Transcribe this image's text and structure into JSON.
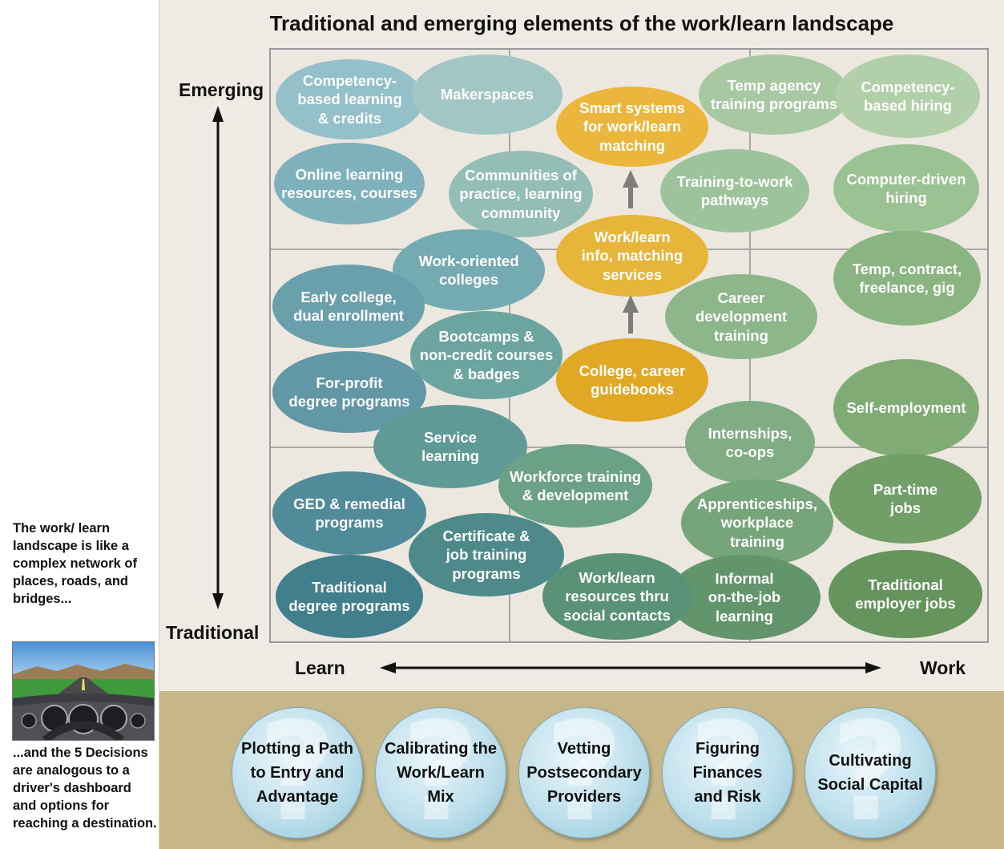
{
  "title": "Traditional and emerging elements of the work/learn landscape",
  "axes": {
    "y_top": "Emerging",
    "y_bottom": "Traditional",
    "x_left": "Learn",
    "x_right": "Work"
  },
  "sidebar": {
    "intro": "The work/ learn landscape is like a complex network of places, roads, and bridges...",
    "outro": "...and the 5 Decisions are analogous to a driver's dashboard and options for reaching a destination."
  },
  "colors": {
    "learn_blue": "#7fb3bf",
    "work_green": "#8fb58a",
    "info_gold": "#e8b63a",
    "panel": "#efebe4",
    "band": "#c7b688"
  },
  "bubbles": [
    {
      "label": "Competency-\nbased learning\n& credits",
      "color": "#93c0c9"
    },
    {
      "label": "Makerspaces",
      "color": "#a2c6c4"
    },
    {
      "label": "Smart systems\nfor work/learn\nmatching",
      "color": "#eab63b"
    },
    {
      "label": "Temp agency\ntraining programs",
      "color": "#a8c8a2"
    },
    {
      "label": "Competency-\nbased hiring",
      "color": "#b1cfa8"
    },
    {
      "label": "Online learning\nresources, courses",
      "color": "#7fb1bc"
    },
    {
      "label": "Communities of\npractice, learning\ncommunity",
      "color": "#94bdb6"
    },
    {
      "label": "Training-to-work\npathways",
      "color": "#9dc39a"
    },
    {
      "label": "Computer-driven\nhiring",
      "color": "#9bc293"
    },
    {
      "label": "Work/learn\ninfo, matching\nservices",
      "color": "#e6b53a"
    },
    {
      "label": "Work-oriented\ncolleges",
      "color": "#74aab1"
    },
    {
      "label": "Early college,\ndual enrollment",
      "color": "#6aa0ab"
    },
    {
      "label": "Temp, contract,\nfreelance, gig",
      "color": "#8ab583"
    },
    {
      "label": "Career\ndevelopment\ntraining",
      "color": "#8db68b"
    },
    {
      "label": "Bootcamps &\nnon-credit courses\n& badges",
      "color": "#6ca59f"
    },
    {
      "label": "For-profit\ndegree programs",
      "color": "#6298a5"
    },
    {
      "label": "College, career\nguidebooks",
      "color": "#e0a824"
    },
    {
      "label": "Self-employment",
      "color": "#80ab75"
    },
    {
      "label": "Service\nlearning",
      "color": "#5f9a97"
    },
    {
      "label": "Internships,\nco-ops",
      "color": "#80ad83"
    },
    {
      "label": "Workforce training\n& development",
      "color": "#6ba187"
    },
    {
      "label": "GED & remedial\nprograms",
      "color": "#4f8b98"
    },
    {
      "label": "Part-time\njobs",
      "color": "#729f67"
    },
    {
      "label": "Apprenticeships,\nworkplace\ntraining",
      "color": "#76a57a"
    },
    {
      "label": "Certificate &\njob training\nprograms",
      "color": "#4f8a8a"
    },
    {
      "label": "Traditional\ndegree programs",
      "color": "#417f8d"
    },
    {
      "label": "Work/learn\nresources thru\nsocial contacts",
      "color": "#5a9278"
    },
    {
      "label": "Informal\non-the-job\nlearning",
      "color": "#62956b"
    },
    {
      "label": "Traditional\nemployer jobs",
      "color": "#65945c"
    }
  ],
  "decisions": [
    "Plotting a Path\nto Entry and\nAdvantage",
    "Calibrating the\nWork/Learn\nMix",
    "Vetting\nPostsecondary\nProviders",
    "Figuring\nFinances\nand Risk",
    "Cultivating\nSocial Capital"
  ]
}
